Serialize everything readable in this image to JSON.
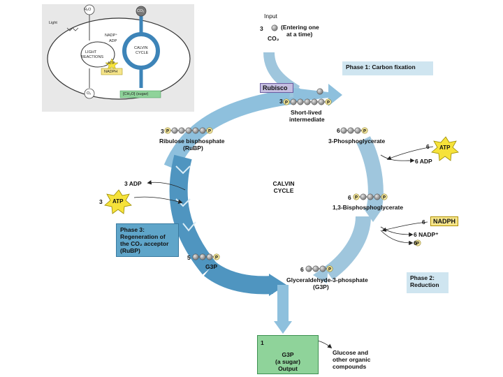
{
  "input": {
    "title": "Input",
    "count": "3",
    "desc_line1": "(Entering one",
    "desc_line2": "at a time)",
    "molecule": "CO₂"
  },
  "phases": {
    "phase1": "Phase 1: Carbon fixation",
    "phase2_line1": "Phase 2:",
    "phase2_line2": "Reduction",
    "phase3_line1": "Phase 3:",
    "phase3_line2": "Regeneration of",
    "phase3_line3": "the CO₂ acceptor",
    "phase3_line4": "(RuBP)"
  },
  "enzyme": "Rubisco",
  "intermediate": {
    "count": "3",
    "p_label": "P",
    "line1": "Short-lived",
    "line2": "intermediate"
  },
  "pga": {
    "count": "6",
    "name": "3-Phosphoglycerate"
  },
  "atp_in_reduction": {
    "count": "6",
    "label": "ATP",
    "product": "6 ADP"
  },
  "bpg": {
    "count": "6",
    "name": "1,3-Bisphosphoglycerate"
  },
  "nadph_in": {
    "count": "6",
    "label": "NADPH",
    "product_nadp": "6 NADP⁺",
    "product_p_count": "6",
    "product_p": "P"
  },
  "g3p6": {
    "count": "6",
    "name_line1": "Glyceraldehyde-3-phosphate",
    "name_line2": "(G3P)"
  },
  "g3p5": {
    "count": "5",
    "name": "G3P"
  },
  "rubp": {
    "count": "3",
    "name_line1": "Ribulose bisphosphate",
    "name_line2": "(RuBP)"
  },
  "regen": {
    "adp": "3 ADP",
    "atp_count": "3",
    "atp_label": "ATP"
  },
  "cycle": {
    "line1": "CALVIN",
    "line2": "CYCLE"
  },
  "output": {
    "count": "1",
    "name_line1": "G3P",
    "name_line2": "(a sugar)",
    "label": "Output",
    "dest_line1": "Glucose and",
    "dest_line2": "other organic",
    "dest_line3": "compounds"
  },
  "inset": {
    "h2o": "H₂O",
    "co2": "CO₂",
    "light": "Light",
    "nadp": "NADP⁺",
    "adp": "ADP",
    "lr_line1": "LIGHT",
    "lr_line2": "REACTIONS",
    "atp": "ATP",
    "nadph": "NADPH",
    "cc_line1": "CALVIN",
    "cc_line2": "CYCLE",
    "o2": "O₂",
    "sugar": "[CH₂O] (sugar)"
  },
  "colors": {
    "arrow": "#5b9fc8",
    "arrow_light": "#9fc6dd",
    "atp_star": "#f6e23a",
    "phosphate": "#f4e7a0",
    "carbon": "#8a8a8a"
  }
}
